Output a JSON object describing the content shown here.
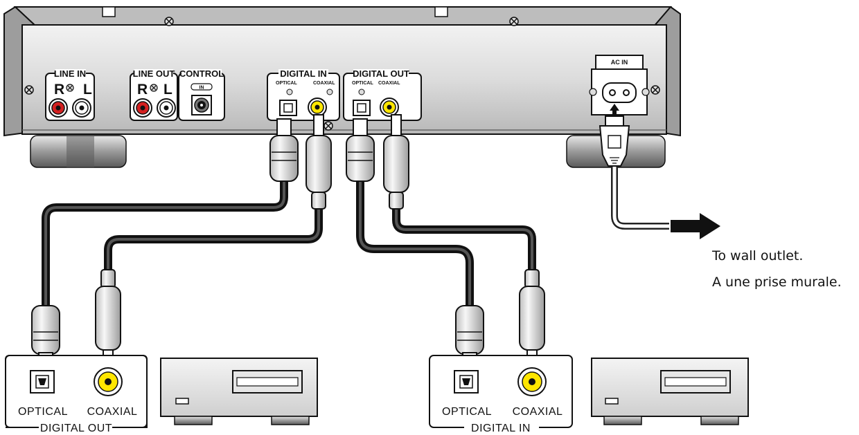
{
  "main_unit": {
    "panels": {
      "line_in": {
        "title": "LINE IN",
        "r": "R",
        "l": "L"
      },
      "line_out": {
        "title": "LINE OUT",
        "r": "R",
        "l": "L"
      },
      "control": {
        "title": "CONTROL",
        "badge": "IN"
      },
      "digital_in": {
        "title": "DIGITAL IN",
        "optical": "OPTICAL",
        "coaxial": "COAXIAL"
      },
      "digital_out": {
        "title": "DIGITAL OUT",
        "optical": "OPTICAL",
        "coaxial": "COAXIAL"
      },
      "ac_in": {
        "title": "AC IN"
      }
    }
  },
  "left_device": {
    "optical": "OPTICAL",
    "coaxial": "COAXIAL",
    "title": "DIGITAL OUT"
  },
  "right_device": {
    "optical": "OPTICAL",
    "coaxial": "COAXIAL",
    "title": "DIGITAL IN"
  },
  "outlet_note": {
    "line1": "To wall outlet.",
    "line2": "A une prise murale."
  },
  "colors": {
    "red_jack": "#d42020",
    "yellow_jack": "#ffe600",
    "chassis": "#d8d8d8"
  }
}
